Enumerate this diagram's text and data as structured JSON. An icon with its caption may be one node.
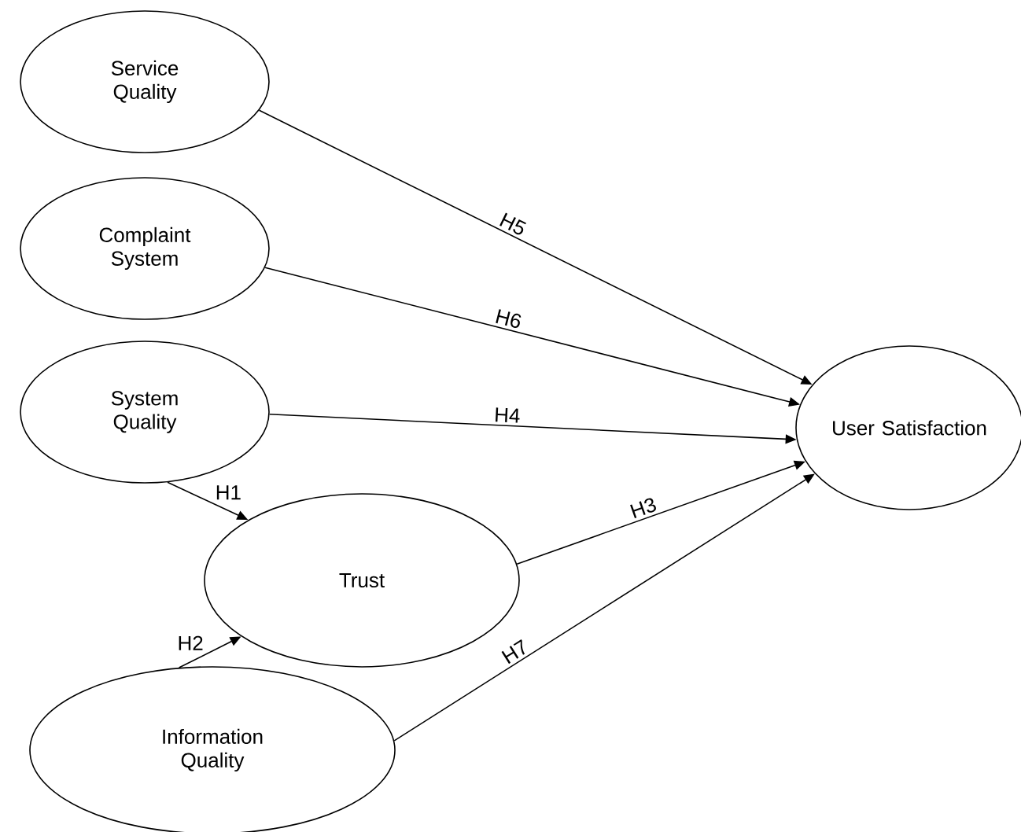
{
  "diagram": {
    "nodes": [
      {
        "text": [
          "Service Quality"
        ]
      },
      {
        "text": [
          "Complaint System"
        ]
      },
      {
        "text": [
          "System Quality"
        ]
      },
      {
        "text": [
          "Trust"
        ]
      },
      {
        "text": [
          "Information Quality"
        ]
      },
      {
        "text": [
          "User Satisfaction"
        ]
      }
    ],
    "edges": [
      {
        "from": 0,
        "to": 5,
        "arrow": "to",
        "label": "H5"
      },
      {
        "from": 1,
        "to": 5,
        "arrow": "to",
        "label": "H6"
      },
      {
        "from": 2,
        "to": 5,
        "arrow": "to",
        "label": "H4"
      },
      {
        "from": 2,
        "to": 3,
        "arrow": "to",
        "label": "H1"
      },
      {
        "from": 3,
        "to": 5,
        "arrow": "to",
        "label": "H3"
      },
      {
        "from": 4,
        "to": 3,
        "arrow": "to",
        "label": "H2"
      },
      {
        "from": 4,
        "to": 5,
        "arrow": "to",
        "label": "H7"
      }
    ]
  }
}
